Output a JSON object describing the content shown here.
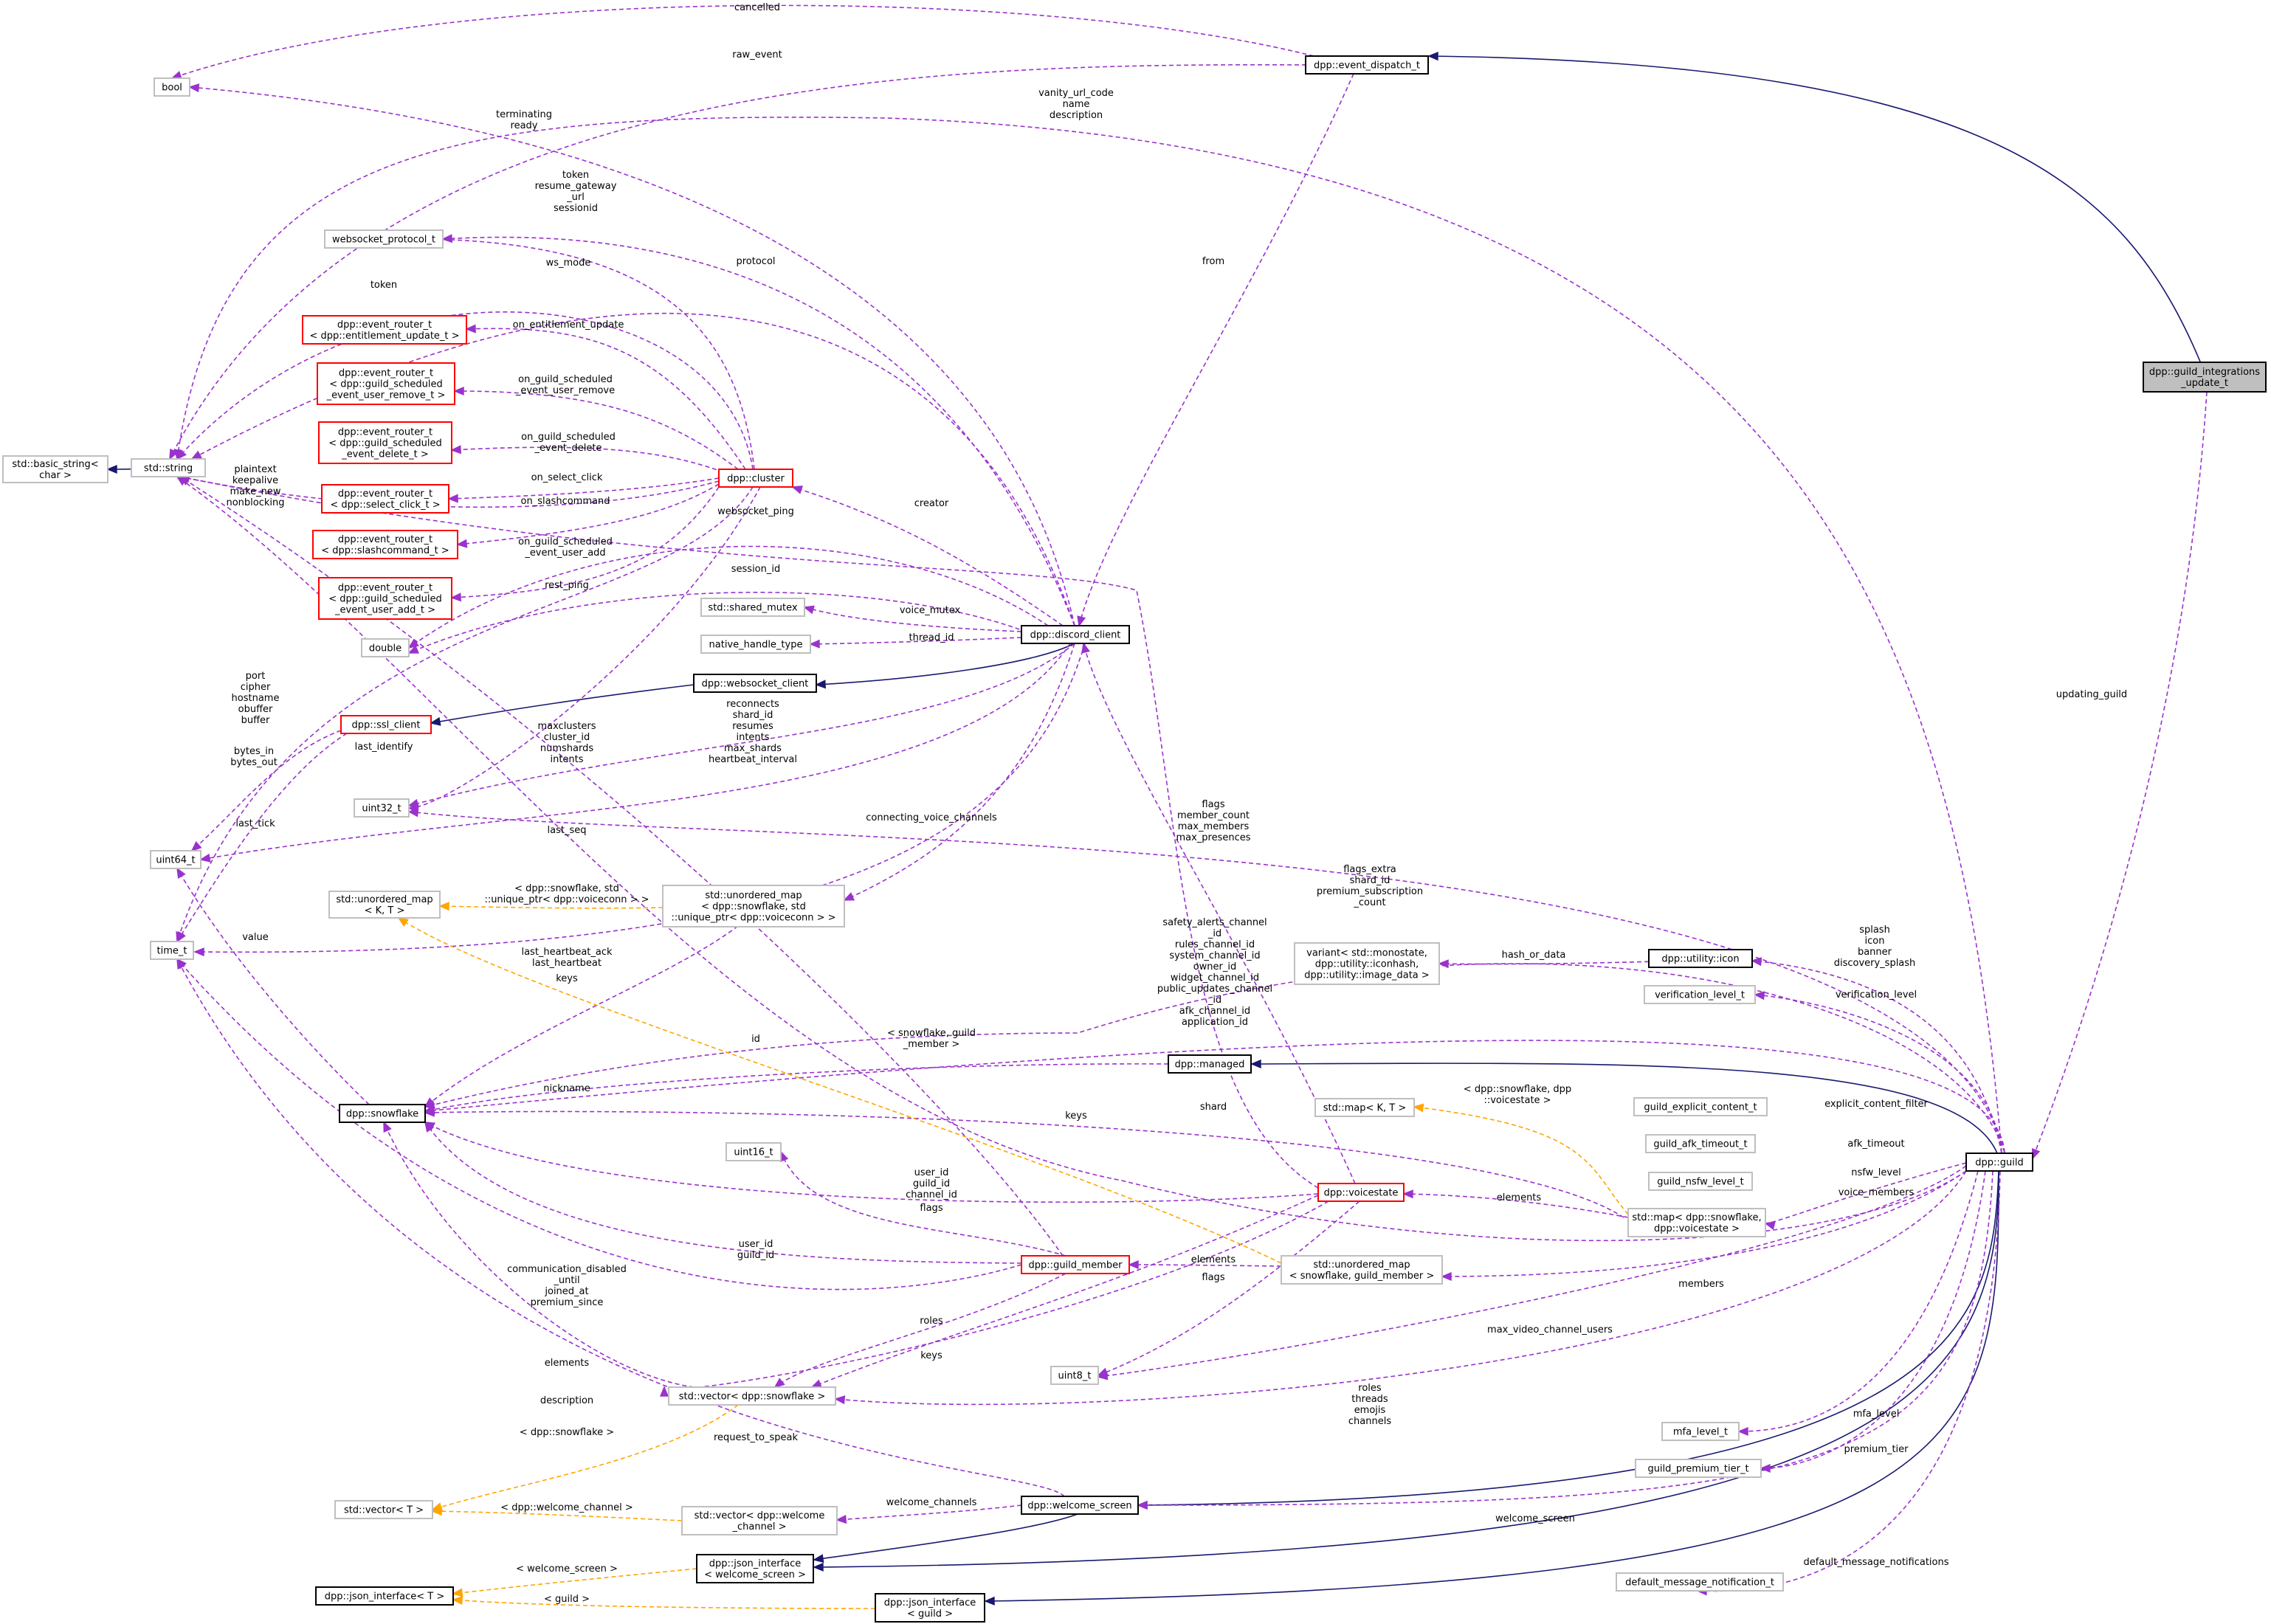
{
  "colors": {
    "usage": "#9a32cd",
    "inherit": "#191970",
    "template": "#ffa500",
    "box_gray": "#bfbfbf",
    "box_black": "#000000",
    "box_red": "#ff0000",
    "focus_fill": "#bfbfbf"
  },
  "nodes": {
    "update_t": {
      "lines": [
        "dpp::guild_integrations",
        "_update_t"
      ],
      "style": "focus"
    },
    "event_dispatch": {
      "lines": [
        "dpp::event_dispatch_t"
      ],
      "style": "black"
    },
    "bool": {
      "lines": [
        "bool"
      ],
      "style": "gray"
    },
    "std_string": {
      "lines": [
        "std::string"
      ],
      "style": "gray"
    },
    "basic_string": {
      "lines": [
        "std::basic_string<",
        "char >"
      ],
      "style": "gray"
    },
    "websocket_protocol": {
      "lines": [
        "websocket_protocol_t"
      ],
      "style": "gray"
    },
    "er_entitlement": {
      "lines": [
        "dpp::event_router_t",
        "< dpp::entitlement_update_t >"
      ],
      "style": "red"
    },
    "er_user_remove": {
      "lines": [
        "dpp::event_router_t",
        "< dpp::guild_scheduled",
        "_event_user_remove_t >"
      ],
      "style": "red"
    },
    "er_delete": {
      "lines": [
        "dpp::event_router_t",
        "< dpp::guild_scheduled",
        "_event_delete_t >"
      ],
      "style": "red"
    },
    "er_select": {
      "lines": [
        "dpp::event_router_t",
        "< dpp::select_click_t >"
      ],
      "style": "red"
    },
    "er_slash": {
      "lines": [
        "dpp::event_router_t",
        "< dpp::slashcommand_t >"
      ],
      "style": "red"
    },
    "er_user_add": {
      "lines": [
        "dpp::event_router_t",
        "< dpp::guild_scheduled",
        "_event_user_add_t >"
      ],
      "style": "red"
    },
    "cluster": {
      "lines": [
        "dpp::cluster"
      ],
      "style": "red"
    },
    "double": {
      "lines": [
        "double"
      ],
      "style": "gray"
    },
    "shared_mutex": {
      "lines": [
        "std::shared_mutex"
      ],
      "style": "gray"
    },
    "native_handle": {
      "lines": [
        "native_handle_type"
      ],
      "style": "gray"
    },
    "discord_client": {
      "lines": [
        "dpp::discord_client"
      ],
      "style": "black"
    },
    "websocket_client": {
      "lines": [
        "dpp::websocket_client"
      ],
      "style": "black"
    },
    "ssl_client": {
      "lines": [
        "dpp::ssl_client"
      ],
      "style": "red"
    },
    "uint32": {
      "lines": [
        "uint32_t"
      ],
      "style": "gray"
    },
    "uint64": {
      "lines": [
        "uint64_t"
      ],
      "style": "gray"
    },
    "time_t": {
      "lines": [
        "time_t"
      ],
      "style": "gray"
    },
    "unordered_map_kt": {
      "lines": [
        "std::unordered_map",
        "< K, T >"
      ],
      "style": "gray"
    },
    "unordered_map_vc": {
      "lines": [
        "std::unordered_map",
        "< dpp::snowflake, std",
        "::unique_ptr< dpp::voiceconn > >"
      ],
      "style": "gray"
    },
    "variant": {
      "lines": [
        "variant< std::monostate,",
        "dpp::utility::iconhash,",
        "dpp::utility::image_data >"
      ],
      "style": "gray"
    },
    "icon": {
      "lines": [
        "dpp::utility::icon"
      ],
      "style": "black"
    },
    "verification_level": {
      "lines": [
        "verification_level_t"
      ],
      "style": "gray"
    },
    "managed": {
      "lines": [
        "dpp::managed"
      ],
      "style": "black"
    },
    "snowflake": {
      "lines": [
        "dpp::snowflake"
      ],
      "style": "black"
    },
    "map_kt": {
      "lines": [
        "std::map< K, T >"
      ],
      "style": "gray"
    },
    "explicit_content": {
      "lines": [
        "guild_explicit_content_t"
      ],
      "style": "gray"
    },
    "afk_timeout": {
      "lines": [
        "guild_afk_timeout_t"
      ],
      "style": "gray"
    },
    "nsfw_level": {
      "lines": [
        "guild_nsfw_level_t"
      ],
      "style": "gray"
    },
    "uint16": {
      "lines": [
        "uint16_t"
      ],
      "style": "gray"
    },
    "voicestate": {
      "lines": [
        "dpp::voicestate"
      ],
      "style": "red"
    },
    "guild": {
      "lines": [
        "dpp::guild"
      ],
      "style": "black"
    },
    "map_vs": {
      "lines": [
        "std::map< dpp::snowflake,",
        "dpp::voicestate >"
      ],
      "style": "gray"
    },
    "guild_member": {
      "lines": [
        "dpp::guild_member"
      ],
      "style": "red"
    },
    "unordered_map_gm": {
      "lines": [
        "std::unordered_map",
        "< snowflake, guild_member >"
      ],
      "style": "gray"
    },
    "uint8": {
      "lines": [
        "uint8_t"
      ],
      "style": "gray"
    },
    "vector_sf": {
      "lines": [
        "std::vector< dpp::snowflake >"
      ],
      "style": "gray"
    },
    "mfa_level": {
      "lines": [
        "mfa_level_t"
      ],
      "style": "gray"
    },
    "premium_tier": {
      "lines": [
        "guild_premium_tier_t"
      ],
      "style": "gray"
    },
    "vector_t": {
      "lines": [
        "std::vector< T >"
      ],
      "style": "gray"
    },
    "vector_wc": {
      "lines": [
        "std::vector< dpp::welcome",
        "_channel >"
      ],
      "style": "gray"
    },
    "welcome_screen": {
      "lines": [
        "dpp::welcome_screen"
      ],
      "style": "black"
    },
    "json_iface_ws": {
      "lines": [
        "dpp::json_interface",
        "< welcome_screen >"
      ],
      "style": "black"
    },
    "json_iface_t": {
      "lines": [
        "dpp::json_interface< T >"
      ],
      "style": "black"
    },
    "json_iface_guild": {
      "lines": [
        "dpp::json_interface",
        "< guild >"
      ],
      "style": "black"
    },
    "default_msg": {
      "lines": [
        "default_message_notification_t"
      ],
      "style": "gray"
    }
  },
  "edge_labels": {
    "cancelled": [
      "cancelled"
    ],
    "raw_event": [
      "raw_event"
    ],
    "vanity": [
      "vanity_url_code",
      "name",
      "description"
    ],
    "terminating": [
      "terminating",
      "ready"
    ],
    "token_resume": [
      "token",
      "resume_gateway",
      "_url",
      "sessionid"
    ],
    "protocol": [
      "protocol"
    ],
    "from": [
      "from"
    ],
    "ws_mode": [
      "ws_mode"
    ],
    "token": [
      "token"
    ],
    "on_entitlement": [
      "on_entitlement_update"
    ],
    "on_user_remove": [
      "on_guild_scheduled",
      "_event_user_remove"
    ],
    "on_delete": [
      "on_guild_scheduled",
      "_event_delete"
    ],
    "on_select": [
      "on_select_click"
    ],
    "on_slash": [
      "on_slashcommand"
    ],
    "on_user_add": [
      "on_guild_scheduled",
      "_event_user_add"
    ],
    "plaintext": [
      "plaintext",
      "keepalive",
      "make_new",
      "nonblocking"
    ],
    "creator": [
      "creator"
    ],
    "websocket_ping": [
      "websocket_ping"
    ],
    "session_id": [
      "session_id"
    ],
    "rest_ping": [
      "rest_ping"
    ],
    "voice_mutex": [
      "voice_mutex"
    ],
    "thread_id": [
      "thread_id"
    ],
    "port": [
      "port",
      "cipher",
      "hostname",
      "obuffer",
      "buffer"
    ],
    "reconnects": [
      "reconnects",
      "shard_id",
      "resumes",
      "intents",
      "max_shards",
      "heartbeat_interval"
    ],
    "maxclusters": [
      "maxclusters",
      "cluster_id",
      "numshards",
      "intents"
    ],
    "bytes_in": [
      "bytes_in",
      "bytes_out"
    ],
    "last_identify": [
      "last_identify"
    ],
    "updating_guild": [
      "updating_guild"
    ],
    "flags_members": [
      "flags",
      "member_count",
      "max_members",
      "max_presences"
    ],
    "connecting": [
      "connecting_voice_channels"
    ],
    "last_tick": [
      "last_tick"
    ],
    "last_seq": [
      "last_seq"
    ],
    "flags_extra": [
      "flags_extra",
      "shard_id",
      "premium_subscription",
      "_count"
    ],
    "dpp_sf_uniq": [
      "< dpp::snowflake, std",
      "::unique_ptr< dpp::voiceconn > >"
    ],
    "safety": [
      "safety_alerts_channel",
      "_id",
      "rules_channel_id",
      "system_channel_id",
      "owner_id",
      "widget_channel_id",
      "public_updates_channel",
      "_id",
      "afk_channel_id",
      "application_id"
    ],
    "splash": [
      "splash",
      "icon",
      "banner",
      "discovery_splash"
    ],
    "hash_or_data": [
      "hash_or_data"
    ],
    "value": [
      "value"
    ],
    "last_heartbeat": [
      "last_heartbeat_ack",
      "last_heartbeat"
    ],
    "keys_vc": [
      "keys"
    ],
    "verification": [
      "verification_level"
    ],
    "id": [
      "id"
    ],
    "sf_gm": [
      "< snowflake, guild",
      "_member >"
    ],
    "nickname": [
      "nickname"
    ],
    "shard": [
      "shard"
    ],
    "keys_map": [
      "keys"
    ],
    "dpp_sf_vs": [
      "< dpp::snowflake, dpp",
      "::voicestate >"
    ],
    "explicit": [
      "explicit_content_filter"
    ],
    "afk_timeout_l": [
      "afk_timeout"
    ],
    "nsfw": [
      "nsfw_level"
    ],
    "user_guild_ch": [
      "user_id",
      "guild_id",
      "channel_id"
    ],
    "elements_vs": [
      "elements"
    ],
    "voice_members": [
      "voice_members"
    ],
    "flags_u16": [
      "flags"
    ],
    "user_guild": [
      "user_id",
      "guild_id"
    ],
    "elements_gm": [
      "elements"
    ],
    "flags_u8": [
      "flags"
    ],
    "comm_disabled": [
      "communication_disabled",
      "_until",
      "joined_at",
      "premium_since"
    ],
    "members": [
      "members"
    ],
    "roles_gm": [
      "roles"
    ],
    "max_video": [
      "max_video_channel_users"
    ],
    "keys_gm": [
      "keys"
    ],
    "elements_sf": [
      "elements"
    ],
    "roles_guild": [
      "roles",
      "threads",
      "emojis",
      "channels"
    ],
    "description": [
      "description"
    ],
    "mfa": [
      "mfa_level"
    ],
    "dpp_sf": [
      "< dpp::snowflake >"
    ],
    "request_speak": [
      "request_to_speak"
    ],
    "premium_tier_l": [
      "premium_tier"
    ],
    "welcome_channels": [
      "welcome_channels"
    ],
    "dpp_welcome": [
      "< dpp::welcome_channel >"
    ],
    "welcome_screen_l": [
      "welcome_screen"
    ],
    "welcome_screen_t": [
      "< welcome_screen >"
    ],
    "default_msg_l": [
      "default_message_notifications"
    ],
    "guild_t": [
      "< guild >"
    ]
  }
}
